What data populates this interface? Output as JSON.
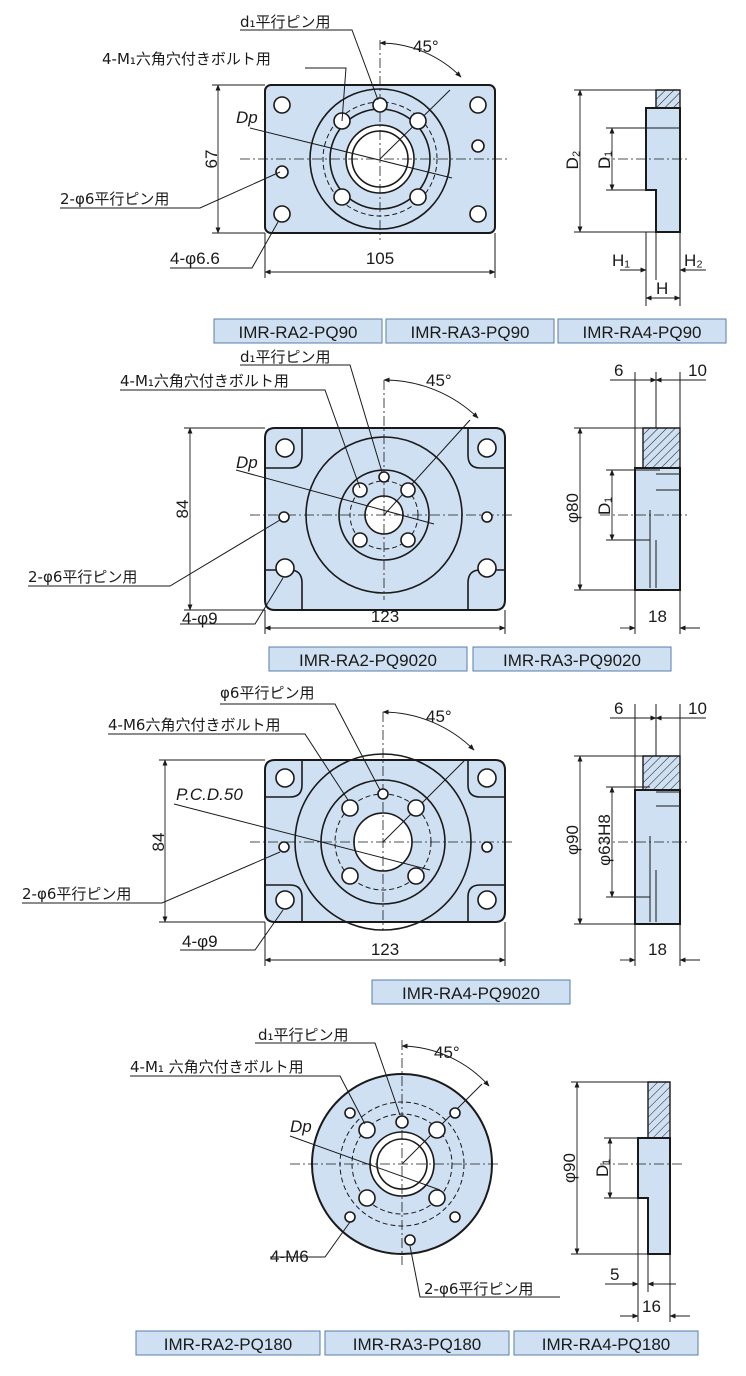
{
  "colors": {
    "plate_fill": "#cfe0f2",
    "line": "#1a1a1a",
    "label_fill": "#cfe0f2",
    "label_border": "#5a7ea8"
  },
  "section1": {
    "pin_label": "d₁平行ピン用",
    "bolt_label": "4-M₁六角穴付きボルト用",
    "angle": "45°",
    "dp": "Dp",
    "dim_height": "67",
    "side_pin": "2-φ6平行ピン用",
    "holes": "4-φ6.6",
    "dim_width": "105",
    "d2": "D₂",
    "d1": "D₁",
    "h1": "H₁",
    "h2": "H₂",
    "h": "H",
    "models": [
      "IMR-RA2-PQ90",
      "IMR-RA3-PQ90",
      "IMR-RA4-PQ90"
    ]
  },
  "section2": {
    "pin_label": "d₁平行ピン用",
    "bolt_label": "4-M₁六角穴付きボルト用",
    "angle": "45°",
    "dp": "Dp",
    "dim_height": "84",
    "side_pin": "2-φ6平行ピン用",
    "holes": "4-φ9",
    "dim_width": "123",
    "side_dia": "φ80",
    "d1": "D₁",
    "t1": "6",
    "t2": "10",
    "thickness": "18",
    "models": [
      "IMR-RA2-PQ9020",
      "IMR-RA3-PQ9020"
    ]
  },
  "section3": {
    "pin_label": "φ6平行ピン用",
    "bolt_label": "4-M6六角穴付きボルト用",
    "angle": "45°",
    "pcd": "P.C.D.50",
    "dim_height": "84",
    "side_pin": "2-φ6平行ピン用",
    "holes": "4-φ9",
    "dim_width": "123",
    "side_dia": "φ90",
    "side_bore": "φ63H8",
    "t1": "6",
    "t2": "10",
    "thickness": "18",
    "models": [
      "IMR-RA4-PQ9020"
    ]
  },
  "section4": {
    "pin_label": "d₁平行ピン用",
    "bolt_label": "4-M₁ 六角穴付きボルト用",
    "angle": "45°",
    "dp": "Dp",
    "taps": "4-M6",
    "side_pin": "2-φ6平行ピン用",
    "side_dia": "φ90",
    "d1": "D₁",
    "t1": "5",
    "thickness": "16",
    "models": [
      "IMR-RA2-PQ180",
      "IMR-RA3-PQ180",
      "IMR-RA4-PQ180"
    ]
  }
}
